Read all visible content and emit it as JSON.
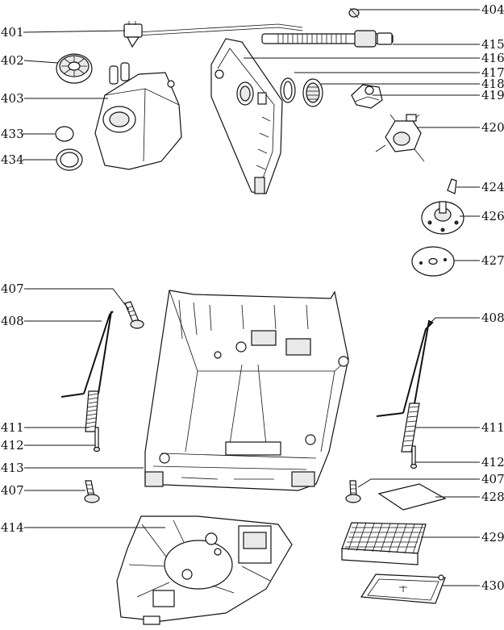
{
  "callouts": [
    {
      "id": "401",
      "label": "401"
    },
    {
      "id": "402",
      "label": "402"
    },
    {
      "id": "403",
      "label": "403"
    },
    {
      "id": "404",
      "label": "404"
    },
    {
      "id": "407a",
      "label": "407"
    },
    {
      "id": "407b",
      "label": "407"
    },
    {
      "id": "407c",
      "label": "407"
    },
    {
      "id": "408a",
      "label": "408"
    },
    {
      "id": "408b",
      "label": "408"
    },
    {
      "id": "411a",
      "label": "411"
    },
    {
      "id": "411b",
      "label": "411"
    },
    {
      "id": "412a",
      "label": "412"
    },
    {
      "id": "412b",
      "label": "412"
    },
    {
      "id": "413",
      "label": "413"
    },
    {
      "id": "414",
      "label": "414"
    },
    {
      "id": "415",
      "label": "415"
    },
    {
      "id": "416",
      "label": "416"
    },
    {
      "id": "417",
      "label": "417"
    },
    {
      "id": "418",
      "label": "418"
    },
    {
      "id": "419",
      "label": "419"
    },
    {
      "id": "420",
      "label": "420"
    },
    {
      "id": "424",
      "label": "424"
    },
    {
      "id": "426",
      "label": "426"
    },
    {
      "id": "427",
      "label": "427"
    },
    {
      "id": "428",
      "label": "428"
    },
    {
      "id": "429",
      "label": "429"
    },
    {
      "id": "430",
      "label": "430"
    },
    {
      "id": "433",
      "label": "433"
    },
    {
      "id": "434",
      "label": "434"
    }
  ]
}
